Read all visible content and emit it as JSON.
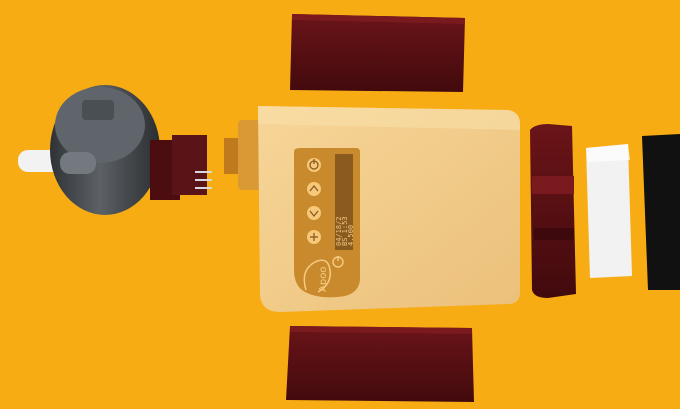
{
  "scene": {
    "background_color": "#F8AC14",
    "housing_color": "#F2CB82",
    "panel_color": "#C78A2B",
    "pad_color": "#5C1013",
    "filter_white_color": "#F2F2F2",
    "filter_black_color": "#111111",
    "motor_color": "#4A4E52"
  },
  "device": {
    "screen_lines": [
      "04/18/2",
      "BS 1:53",
      "4.500"
    ],
    "logo_text": "Apoo"
  },
  "icons": [
    "power-icon",
    "arrow-up-icon",
    "arrow-down-icon",
    "plus-icon"
  ]
}
